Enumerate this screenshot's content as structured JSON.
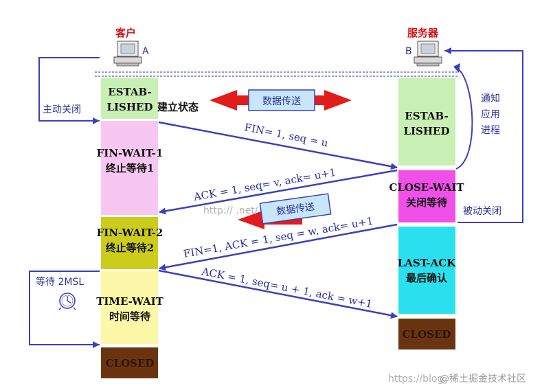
{
  "client": {
    "title": "客户",
    "id": "A"
  },
  "server": {
    "title": "服务器",
    "id": "B"
  },
  "client_states": [
    {
      "line1": "ESTAB-",
      "line2": "LISHED",
      "fill": "#c9f0b4"
    },
    {
      "line1": "FIN-WAIT-1",
      "line2": "终止等待1",
      "fill": "#f8c7f1"
    },
    {
      "line1": "FIN-WAIT-2",
      "line2": "终止等待2",
      "fill": "#cccc1c"
    },
    {
      "line1": "TIME-WAIT",
      "line2": "时间等待",
      "fill": "#fdf7a8"
    },
    {
      "line1": "CLOSED",
      "line2": "",
      "fill": "#6b3410"
    }
  ],
  "server_states": [
    {
      "line1": "ESTAB-",
      "line2": "LISHED",
      "fill": "#c9f0b4"
    },
    {
      "line1": "CLOSE-WAIT",
      "line2": "关闭等待",
      "fill": "#f04fe8"
    },
    {
      "line1": "LAST-ACK",
      "line2": "最后确认",
      "fill": "#2ae0ee"
    },
    {
      "line1": "CLOSED",
      "line2": "",
      "fill": "#6b3410"
    }
  ],
  "established_label": "建立状态",
  "data_transfer_label": "数据传送",
  "messages": [
    "FIN= 1, seq = u",
    "ACK = 1, seq= v, ack= u+1",
    "FIN=1, ACK = 1, seq = w, ack= u+1",
    "ACK = 1, seq= u + 1, ack = w+1"
  ],
  "side_labels": {
    "active_close": "主动关闭",
    "notify_app_line1": "通知",
    "notify_app_line2": "应用",
    "notify_app_line3": "进程",
    "passive_close": "被动关闭",
    "wait_2msl": "等待 2MSL"
  },
  "watermark_url": "http://         .net/",
  "footer_watermark": "https://blog.",
  "footer_brand": "@稀土掘金技术社区",
  "colors": {
    "arrow_blue": "#3a3fbf",
    "arrow_red": "#e21b1b",
    "data_box": "#c8e6f7"
  }
}
